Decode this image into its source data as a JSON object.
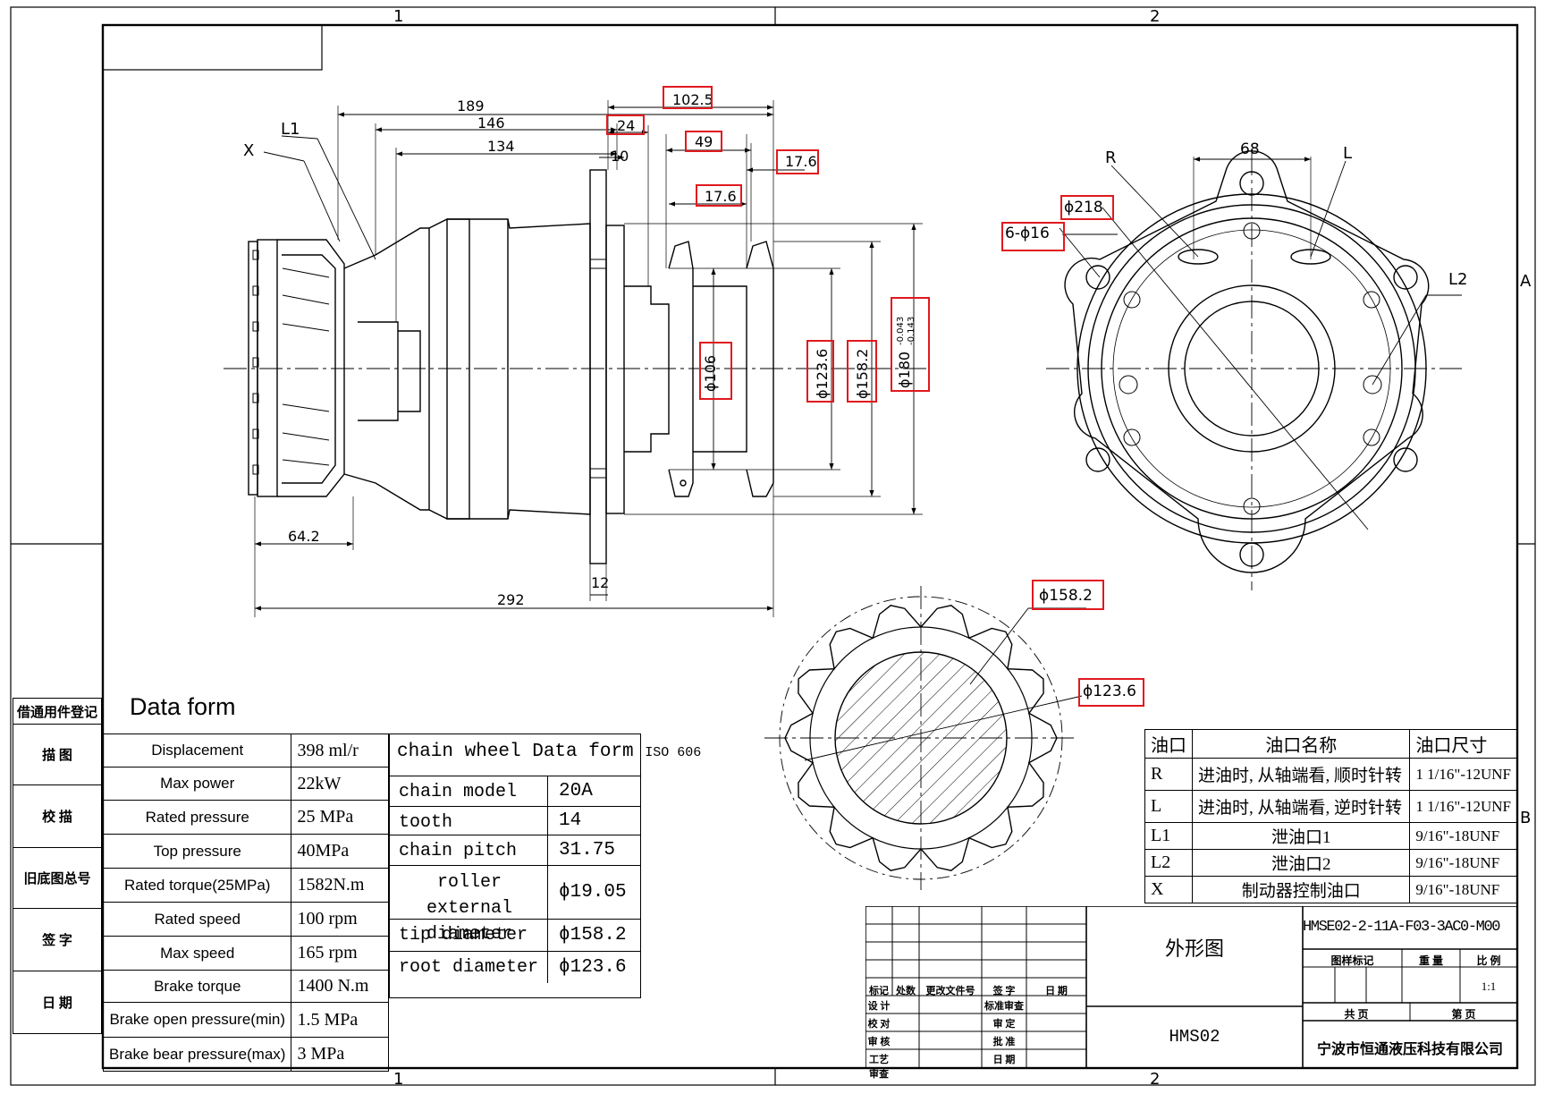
{
  "border": {
    "zone_top": [
      "1",
      "2"
    ],
    "zone_bottom": [
      "1",
      "2"
    ],
    "zone_right": [
      "A",
      "B"
    ]
  },
  "side_panel": [
    "借通用件登记",
    "描 图",
    "校 描",
    "旧底图总号",
    "签 字",
    "日 期"
  ],
  "data_form": {
    "title": "Data form",
    "rows": [
      {
        "label": "Displacement",
        "value": "398 ml/r"
      },
      {
        "label": "Max power",
        "value": "22kW"
      },
      {
        "label": "Rated pressure",
        "value": "25 MPa"
      },
      {
        "label": "Top pressure",
        "value": "40MPa"
      },
      {
        "label": "Rated torque(25MPa)",
        "value": "1582N.m"
      },
      {
        "label": "Rated speed",
        "value": "100 rpm"
      },
      {
        "label": "Max speed",
        "value": "165 rpm"
      },
      {
        "label": "Brake torque",
        "value": "1400 N.m"
      },
      {
        "label": "Brake open pressure(min)",
        "value": "1.5 MPa"
      },
      {
        "label": "Brake bear pressure(max)",
        "value": "3 MPa"
      }
    ]
  },
  "chain_wheel": {
    "title": "chain wheel Data form",
    "standard": "ISO 606",
    "rows": [
      {
        "label": "chain model",
        "value": "20A"
      },
      {
        "label": "tooth",
        "value": "14"
      },
      {
        "label": "chain pitch",
        "value": "31.75"
      },
      {
        "label": "roller external diameter",
        "value": "ϕ19.05"
      },
      {
        "label": "tip diameter",
        "value": "ϕ158.2"
      },
      {
        "label": "root diameter",
        "value": "ϕ123.6"
      }
    ]
  },
  "ports_table": {
    "headers": [
      "油口",
      "油口名称",
      "油口尺寸"
    ],
    "rows": [
      {
        "port": "R",
        "name": "进油时, 从轴端看, 顺时针转",
        "size": "1 1/16\"-12UNF"
      },
      {
        "port": "L",
        "name": "进油时, 从轴端看, 逆时针转",
        "size": "1 1/16\"-12UNF"
      },
      {
        "port": "L1",
        "name": "泄油口1",
        "size": "9/16\"-18UNF"
      },
      {
        "port": "L2",
        "name": "泄油口2",
        "size": "9/16\"-18UNF"
      },
      {
        "port": "X",
        "name": "制动器控制油口",
        "size": "9/16\"-18UNF"
      }
    ]
  },
  "title_block": {
    "drawing_title": "外形图",
    "drawing_number": "HMSE02-2-11A-F03-3AC0-M00",
    "model": "HMS02",
    "company": "宁波市恒通液压科技有限公司",
    "stage_label": "图样标记",
    "weight_label": "重 量",
    "scale_label": "比 例",
    "scale": "1:1",
    "sheets_label": "共 页",
    "sheet_label": "第 页",
    "rev_headers": [
      "标记",
      "处数",
      "更改文件号",
      "签 字",
      "日 期"
    ],
    "sign_left": [
      "设 计",
      "校 对",
      "审 核",
      "工艺审查"
    ],
    "sign_right": [
      "标准审查",
      "审 定",
      "批 准",
      "日 期"
    ]
  },
  "side_view_dims": {
    "d189": "189",
    "d146": "146",
    "d134": "134",
    "d102_5": "102.5",
    "d24": "24",
    "d10": "10",
    "d49": "49",
    "d17_6_top": "17.6",
    "d17_6": "17.6",
    "d64_2": "64.2",
    "d292": "292",
    "d12": "12",
    "dia106": "ϕ106",
    "dia123_6": "ϕ123.6",
    "dia158_2": "ϕ158.2",
    "dia180": "ϕ180",
    "tol_upper": "-0.043",
    "tol_lower": "-0.143",
    "label_x": "X",
    "label_l1": "L1"
  },
  "front_view_dims": {
    "d68": "68",
    "dia218": "ϕ218",
    "holes": "6-ϕ16",
    "label_r": "R",
    "label_l": "L",
    "label_l2": "L2"
  },
  "sprocket_dims": {
    "dia158_2": "ϕ158.2",
    "dia123_6": "ϕ123.6"
  },
  "highlight_color": "#e0191e"
}
